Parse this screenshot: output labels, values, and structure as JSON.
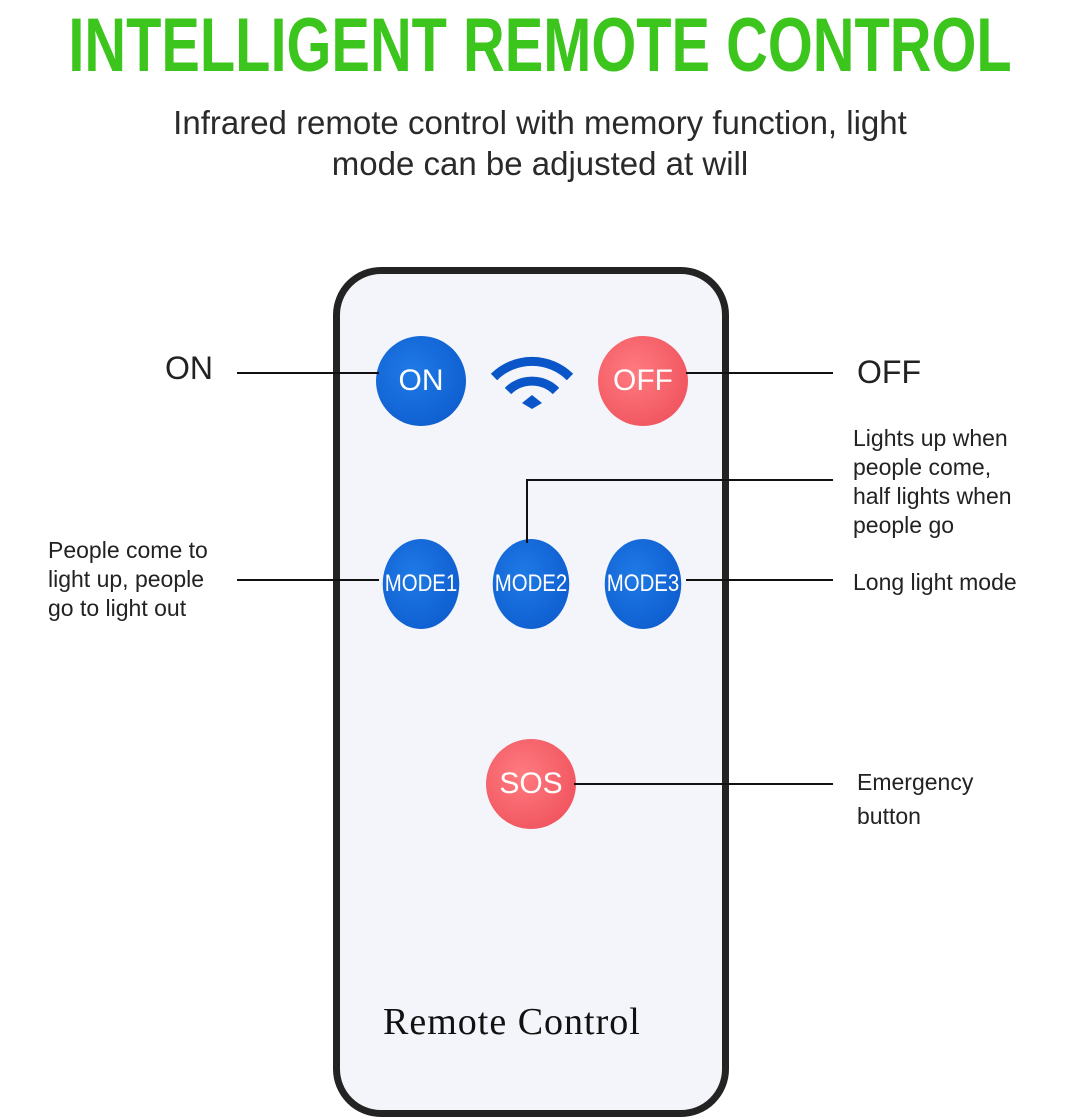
{
  "title": "INTELLIGENT REMOTE CONTROL",
  "subtitle": [
    "Infrared remote control with memory function, light",
    "mode can be adjusted at will"
  ],
  "buttons": {
    "on": "ON",
    "off": "OFF",
    "mode1": "MODE1",
    "mode2": "MODE2",
    "mode3": "MODE3",
    "sos": "SOS"
  },
  "labels": {
    "on": "ON",
    "off": "OFF",
    "mode1": [
      "People come to",
      "light up, people",
      "go to light out"
    ],
    "mode2": [
      "Lights up when",
      "people come,",
      "half lights when",
      "people go"
    ],
    "mode3": "Long light mode",
    "sos": [
      "Emergency",
      "button"
    ]
  },
  "remote_caption": "Remote Control",
  "colors": {
    "title": "#3cc51d",
    "blue": "#0a56c9",
    "red": "#ec4a55"
  }
}
